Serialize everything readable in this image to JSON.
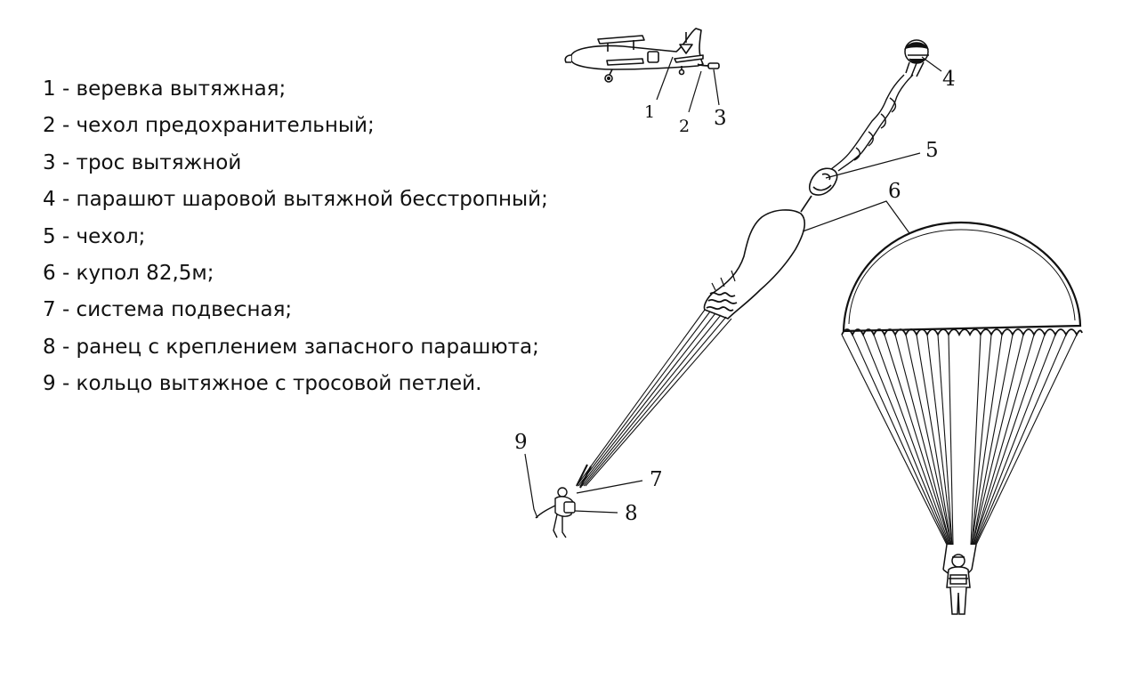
{
  "legend": {
    "items": [
      "1 - веревка вытяжная;",
      "2 - чехол предохранительный;",
      "3 - трос вытяжной",
      "4 - парашют шаровой вытяжной бесстропный;",
      "5 - чехол;",
      "6 - купол 82,5м;",
      "7 - система подвесная;",
      "8 - ранец с креплением запасного парашюта;",
      "9 - кольцо вытяжное с тросовой петлей."
    ]
  },
  "callouts": {
    "n1": "1",
    "n2": "2",
    "n3": "3",
    "n4": "4",
    "n5": "5",
    "n6": "6",
    "n7": "7",
    "n8": "8",
    "n9": "9"
  },
  "colors": {
    "ink": "#111111",
    "background": "#ffffff"
  }
}
